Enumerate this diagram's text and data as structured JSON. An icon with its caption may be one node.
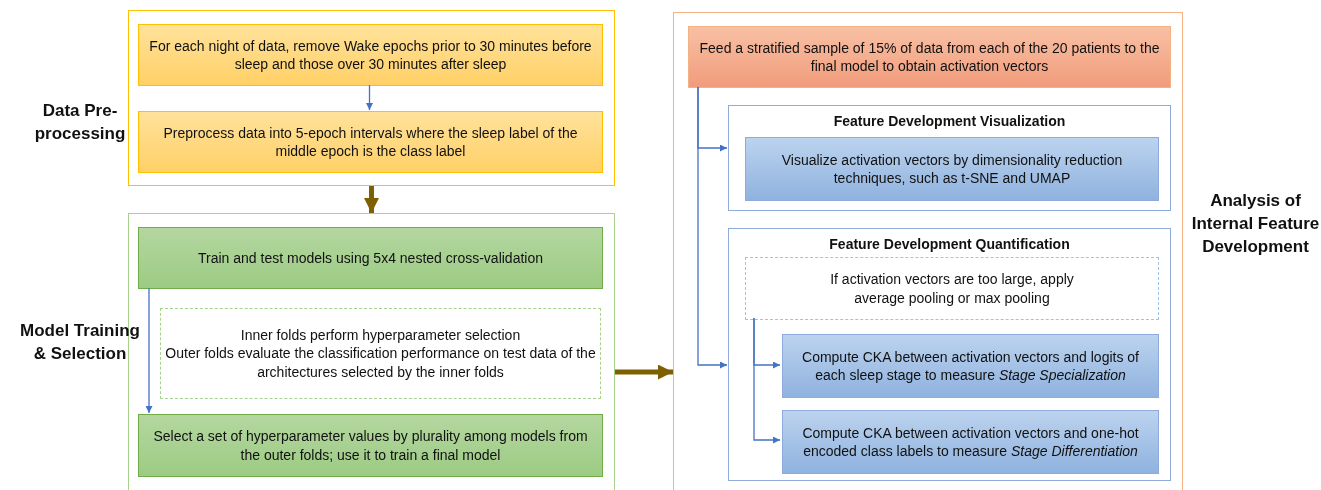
{
  "diagram": {
    "nodes": [
      {
        "text": [],
        "shape": "box",
        "beside": [
          "Data Pre-processing"
        ]
      },
      {
        "text": [
          "For each night of data, remove Wake epochs prior to 30 minutes before sleep and those over 30 minutes after sleep"
        ],
        "in": 0
      },
      {
        "text": [
          "Preprocess data into 5-epoch intervals where the sleep label of the middle epoch is the class label"
        ],
        "in": 0
      },
      {
        "text": [],
        "shape": "box",
        "beside": [
          "Model Training & Selection"
        ]
      },
      {
        "text": [
          "Train and test models using 5x4 nested cross-validation"
        ],
        "in": 3
      },
      {
        "text": [
          "Inner folds perform hyperparameter selection",
          "Outer folds evaluate the classification performance on test data of the architectures selected by the inner folds"
        ],
        "in": 3
      },
      {
        "text": [
          "Select a set of hyperparameter values by plurality among models from the outer folds; use it to train a final model"
        ],
        "in": 3
      },
      {
        "text": [],
        "shape": "box",
        "beside": [
          "Analysis of Internal Feature Development"
        ]
      },
      {
        "text": [
          "Feed a stratified sample of 15% of data from each of the 20 patients to the final model to obtain activation vectors"
        ],
        "in": 7
      },
      {
        "text": [
          "Feature Development Visualization"
        ],
        "in": 7
      },
      {
        "text": [
          "Visualize activation vectors by dimensionality reduction techniques, such as t-SNE and UMAP"
        ],
        "in": 9
      },
      {
        "text": [
          "Feature Development Quantification"
        ],
        "in": 7
      },
      {
        "text": [
          "If activation vectors are too large, apply average pooling or max pooling"
        ],
        "in": 11
      },
      {
        "text": [
          "Compute CKA between activation vectors and logits of each sleep stage to measure *Stage Specialization*"
        ],
        "in": 11
      },
      {
        "text": [
          "Compute CKA between activation vectors and one-hot encoded class labels to measure *Stage Differentiation*"
        ],
        "in": 11
      }
    ],
    "edges": [
      {
        "from": 1,
        "to": 2,
        "arrow": "to"
      },
      {
        "from": 0,
        "to": 3,
        "arrow": "to",
        "style": "thick",
        "color": "#7f6000"
      },
      {
        "from": 4,
        "to": 6,
        "arrow": "to"
      },
      {
        "from": 3,
        "to": 7,
        "arrow": "to",
        "style": "thick",
        "color": "#7f6000"
      },
      {
        "from": 8,
        "to": 9,
        "arrow": "to"
      },
      {
        "from": 8,
        "to": 11,
        "arrow": "to"
      },
      {
        "from": 12,
        "to": 13,
        "arrow": "to"
      },
      {
        "from": 12,
        "to": 14,
        "arrow": "to"
      }
    ]
  }
}
